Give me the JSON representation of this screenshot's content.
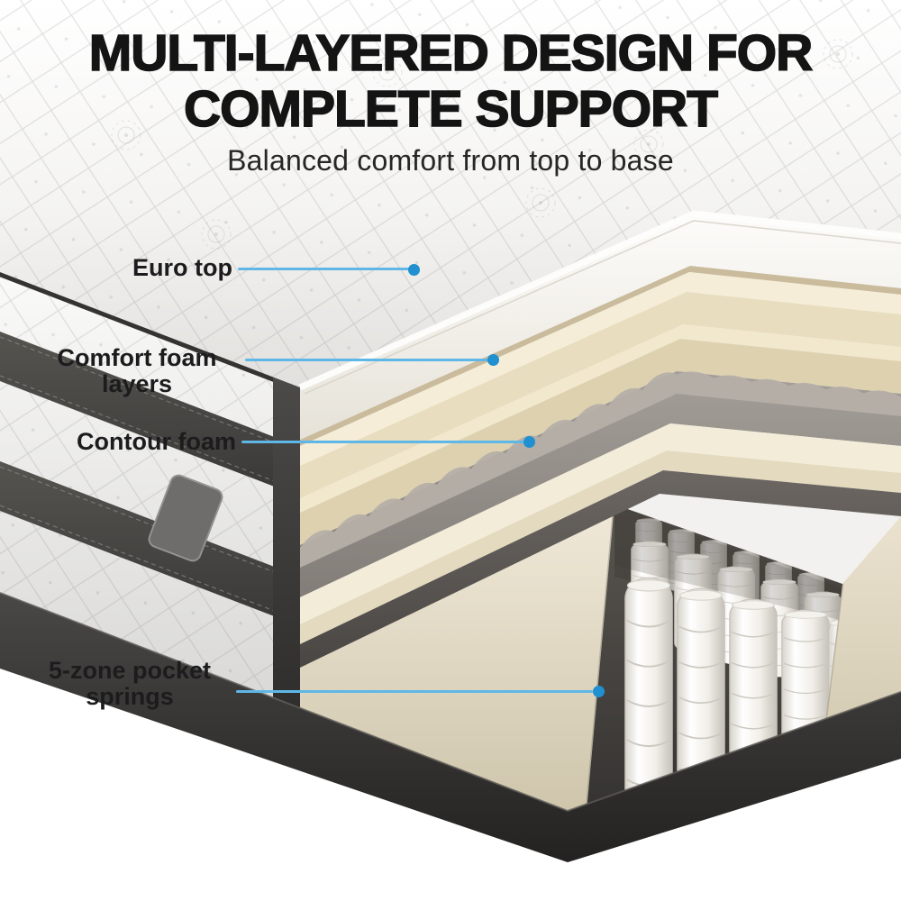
{
  "header": {
    "title_line1": "MULTI-LAYERED DESIGN FOR",
    "title_line2": "COMPLETE SUPPORT",
    "subtitle": "Balanced comfort from top to base"
  },
  "callouts": [
    {
      "id": "euro-top",
      "label": "Euro top"
    },
    {
      "id": "comfort-foam",
      "label": "Comfort foam layers"
    },
    {
      "id": "contour-foam",
      "label": "Contour foam"
    },
    {
      "id": "pocket-springs",
      "label": "5-zone pocket springs"
    }
  ],
  "colors": {
    "accent_line": "#5fb7e8",
    "accent_dot": "#2090d0",
    "title": "#141414",
    "label": "#1c1c1e",
    "base_dark": "#2e2d2c",
    "foam_cream": "#e8ddbe",
    "contour_gray": "#8d8883",
    "fabric_white": "#f7f6f4",
    "spring_white": "#f1eee8"
  }
}
